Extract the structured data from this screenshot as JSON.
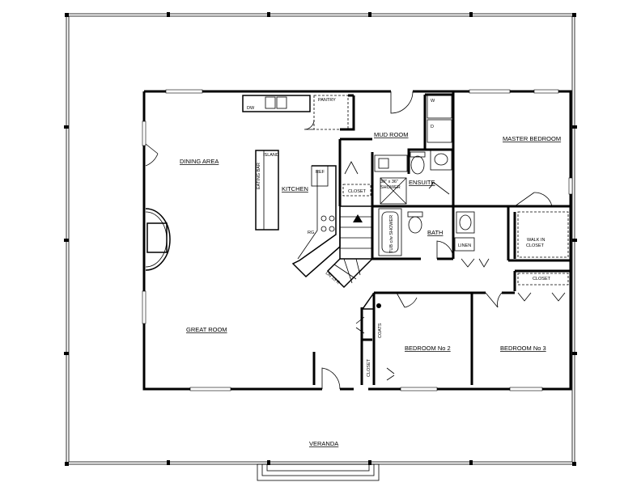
{
  "rooms": {
    "dining_area": "DINING AREA",
    "great_room": "GREAT ROOM",
    "kitchen": "KITCHEN",
    "mud_room": "MUD ROOM",
    "master_bedroom": "MASTER BEDROOM",
    "ensuite": "ENSUITE",
    "bath": "BATH",
    "bedroom_2": "BEDROOM No 2",
    "bedroom_3": "BEDROOM No 3",
    "veranda": "VERANDA"
  },
  "fixtures": {
    "pantry": "PANTRY",
    "dw": "DW",
    "island": "ISLAND",
    "eating_bar": "EATING BAR",
    "ref": "REF",
    "rg": "RG.",
    "closet_kitchen": "CLOSET",
    "shower_size": "30\" x 36\"",
    "shower": "SHOWER",
    "tub_shower": "TUB c/w SHOWER",
    "linen": "LINEN",
    "walk_in_closet_1": "WALK IN",
    "walk_in_closet_2": "CLOSET",
    "closet_bedroom3": "CLOSET",
    "coats": "COATS",
    "closet_bedroom2": "CLOSET",
    "stair_note": "DN 13 R",
    "washer": "W",
    "dryer": "D"
  }
}
